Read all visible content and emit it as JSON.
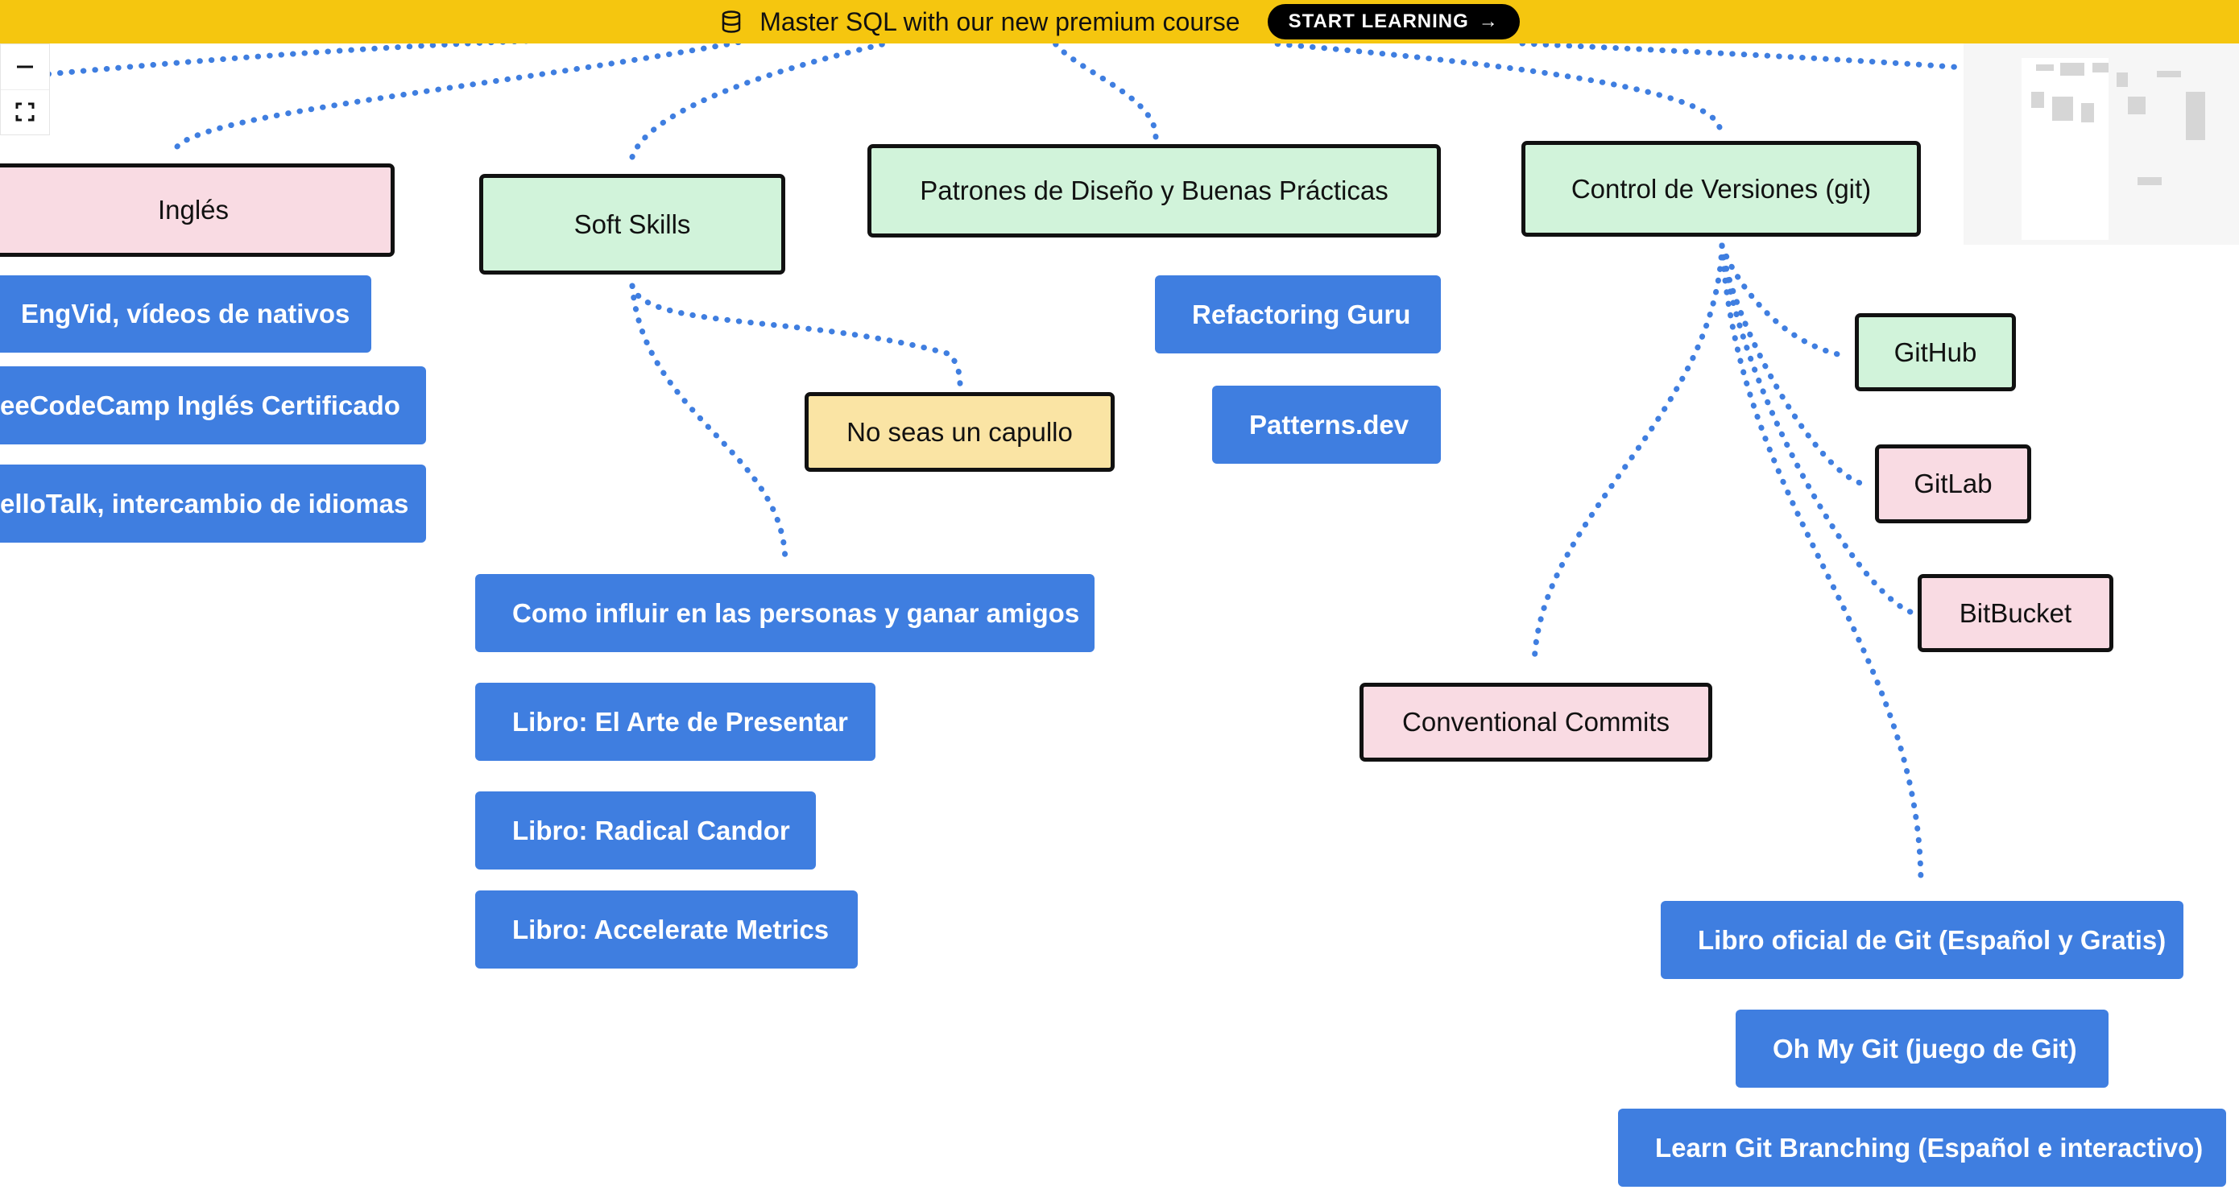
{
  "banner": {
    "text": "Master SQL with our new premium course",
    "cta_label": "START LEARNING",
    "cta_arrow": "→",
    "background": "#f5c60f"
  },
  "zoom_controls": {
    "zoom_out_icon": "minus-icon",
    "fit_icon": "fullscreen-icon"
  },
  "nodes": {
    "ingles": "Inglés",
    "soft_skills": "Soft Skills",
    "patrones": "Patrones de Diseño y Buenas Prácticas",
    "control_versiones": "Control de Versiones (git)",
    "no_seas_capullo": "No seas un capullo",
    "github": "GitHub",
    "gitlab": "GitLab",
    "bitbucket": "BitBucket",
    "conventional_commits": "Conventional Commits"
  },
  "resources": {
    "engvid": "EngVid, vídeos de nativos",
    "freecodecamp": "eeCodeCamp Inglés Certificado",
    "hellotalk": "elloTalk, intercambio de idiomas",
    "como_influir": "Como influir en las personas y ganar amigos",
    "arte_presentar": "Libro: El Arte de Presentar",
    "radical_candor": "Libro: Radical Candor",
    "accelerate": "Libro: Accelerate Metrics",
    "refactoring_guru": "Refactoring Guru",
    "patterns_dev": "Patterns.dev",
    "libro_git": "Libro oficial de Git (Español y Gratis)",
    "oh_my_git": "Oh My Git (juego de Git)",
    "learn_git_branching": "Learn Git Branching (Español e interactivo)"
  },
  "colors": {
    "edge": "#3f7ee0",
    "resource": "#3f7ee0",
    "topic_green": "#d1f3da",
    "topic_pink": "#f9dbe3",
    "topic_yellow": "#fae4a4"
  }
}
